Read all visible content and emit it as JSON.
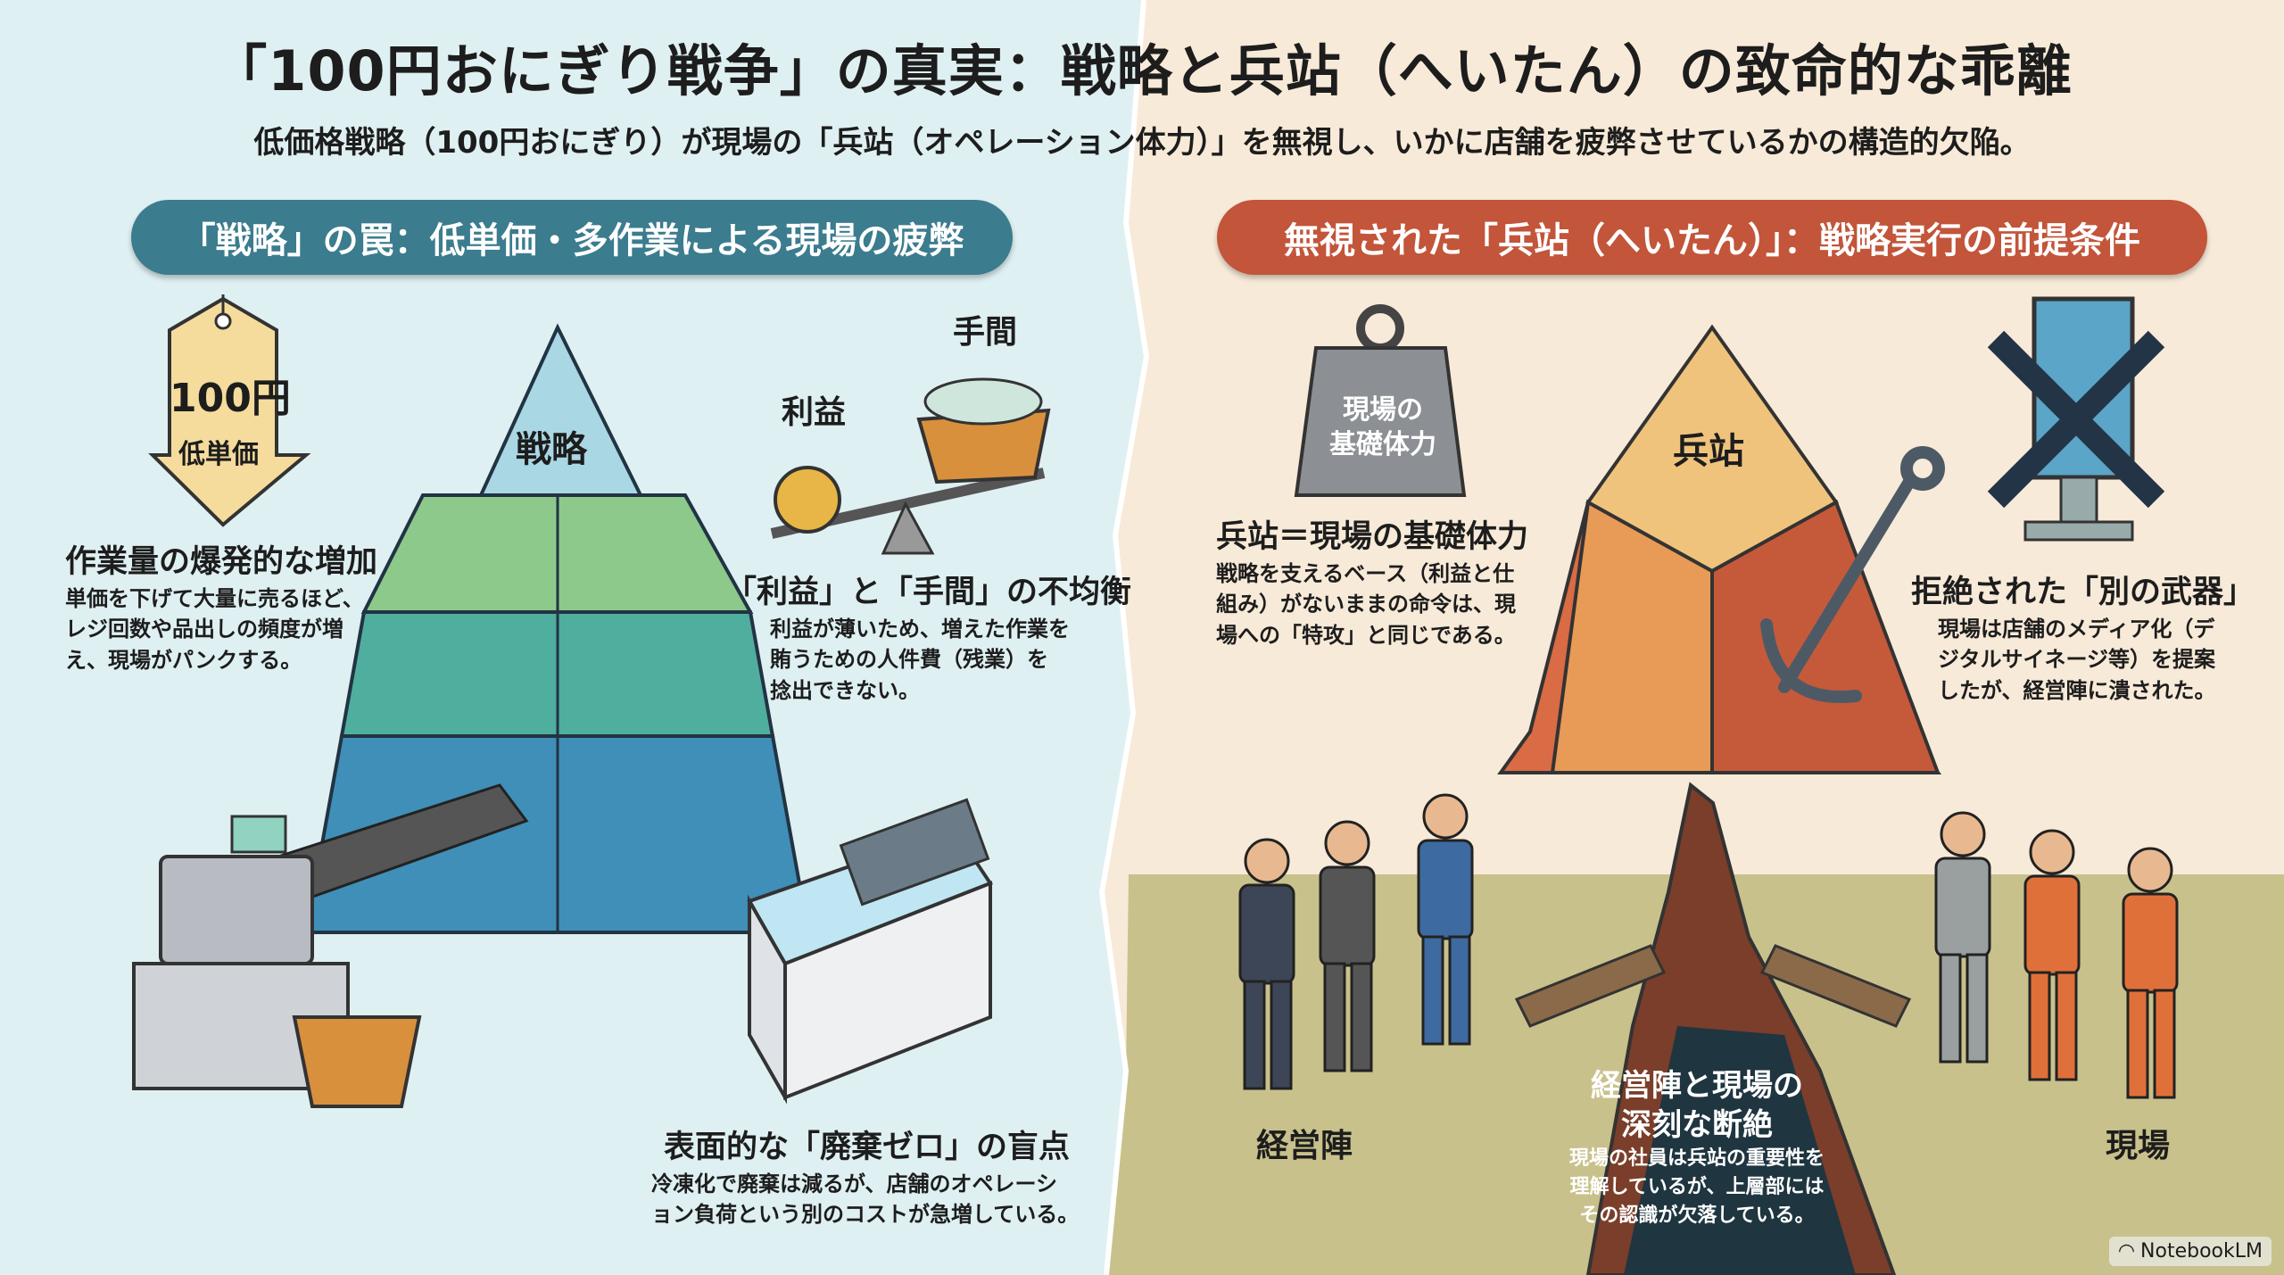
{
  "header": {
    "title": "「100円おにぎり戦争」の真実：戦略と兵站（へいたん）の致命的な乖離",
    "subtitle": "低価格戦略（100円おにぎり）が現場の「兵站（オペレーション体力）」を無視し、いかに店舗を疲弊させているかの構造的欠陥。"
  },
  "left": {
    "banner": "「戦略」の罠：低単価・多作業による現場の疲弊",
    "price_tag": {
      "price": "100円",
      "label": "低単価"
    },
    "pyramid_label": "戦略",
    "scale_labels": {
      "profit": "利益",
      "effort": "手間"
    },
    "blocks": [
      {
        "heading": "作業量の爆発的な増加",
        "body": [
          "単価を下げて大量に売るほど、",
          "レジ回数や品出しの頻度が増",
          "え、現場がパンクする。"
        ]
      },
      {
        "heading": "「利益」と「手間」の不均衡",
        "body": [
          "利益が薄いため、増えた作業を",
          "賄うための人件費（残業）を",
          "捻出できない。"
        ]
      },
      {
        "heading": "表面的な「廃棄ゼロ」の盲点",
        "body": [
          "冷凍化で廃棄は減るが、店舗のオペレーシ",
          "ョン負荷という別のコストが急増している。"
        ]
      }
    ]
  },
  "right": {
    "banner": "無視された「兵站（へいたん）」：戦略実行の前提条件",
    "weight_label": [
      "現場の",
      "基礎体力"
    ],
    "pyramid_label": "兵站",
    "blocks": [
      {
        "heading": "兵站＝現場の基礎体力",
        "body": [
          "戦略を支えるベース（利益と仕",
          "組み）がないままの命令は、現",
          "場への「特攻」と同じである。"
        ]
      },
      {
        "heading": "拒絶された「別の武器」",
        "body": [
          "現場は店舗のメディア化（デ",
          "ジタルサイネージ等）を提案",
          "したが、経営陣に潰された。"
        ]
      }
    ],
    "group_labels": {
      "management": "経営陣",
      "field": "現場"
    },
    "divide": {
      "heading": [
        "経営陣と現場の",
        "深刻な断絶"
      ],
      "body": [
        "現場の社員は兵站の重要性を",
        "理解しているが、上層部には",
        "その認識が欠落している。"
      ]
    }
  },
  "footer": {
    "badge": "NotebookLM"
  },
  "colors": {
    "left_bg": "#dff0f2",
    "right_bg": "#f8ead8",
    "teal": "#3b7c8e",
    "rust": "#c2553a",
    "ground": "#c9c18c"
  }
}
